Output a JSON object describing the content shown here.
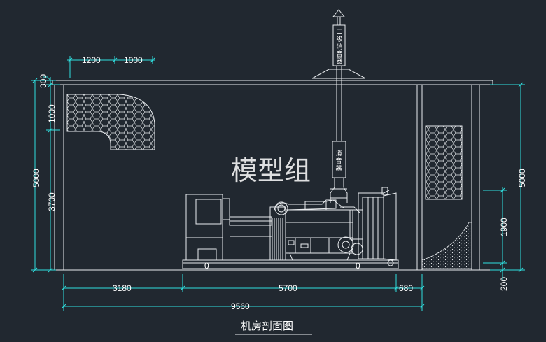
{
  "drawing": {
    "title": "机房剖面图",
    "watermark": "模型组"
  },
  "silencers": {
    "top_label": [
      "二",
      "级",
      "消",
      "音",
      "器"
    ],
    "mid_label": [
      "消",
      "音",
      "器"
    ]
  },
  "dimensions": {
    "top": {
      "seg1": "1200",
      "seg2": "1000",
      "roof": "300"
    },
    "left": {
      "total": "5000",
      "seg_top": "1000",
      "seg_bottom": "3700"
    },
    "right": {
      "total": "5000",
      "seg_mid": "1900",
      "seg_bottom": "200"
    },
    "bottom": {
      "seg1": "3180",
      "seg2": "5700",
      "seg3": "680",
      "total": "9560"
    }
  },
  "base_marks": [
    "0",
    "0"
  ],
  "colors": {
    "background": "#212830",
    "lines": "#e9ecef",
    "dimension": "#2fe0e0"
  }
}
